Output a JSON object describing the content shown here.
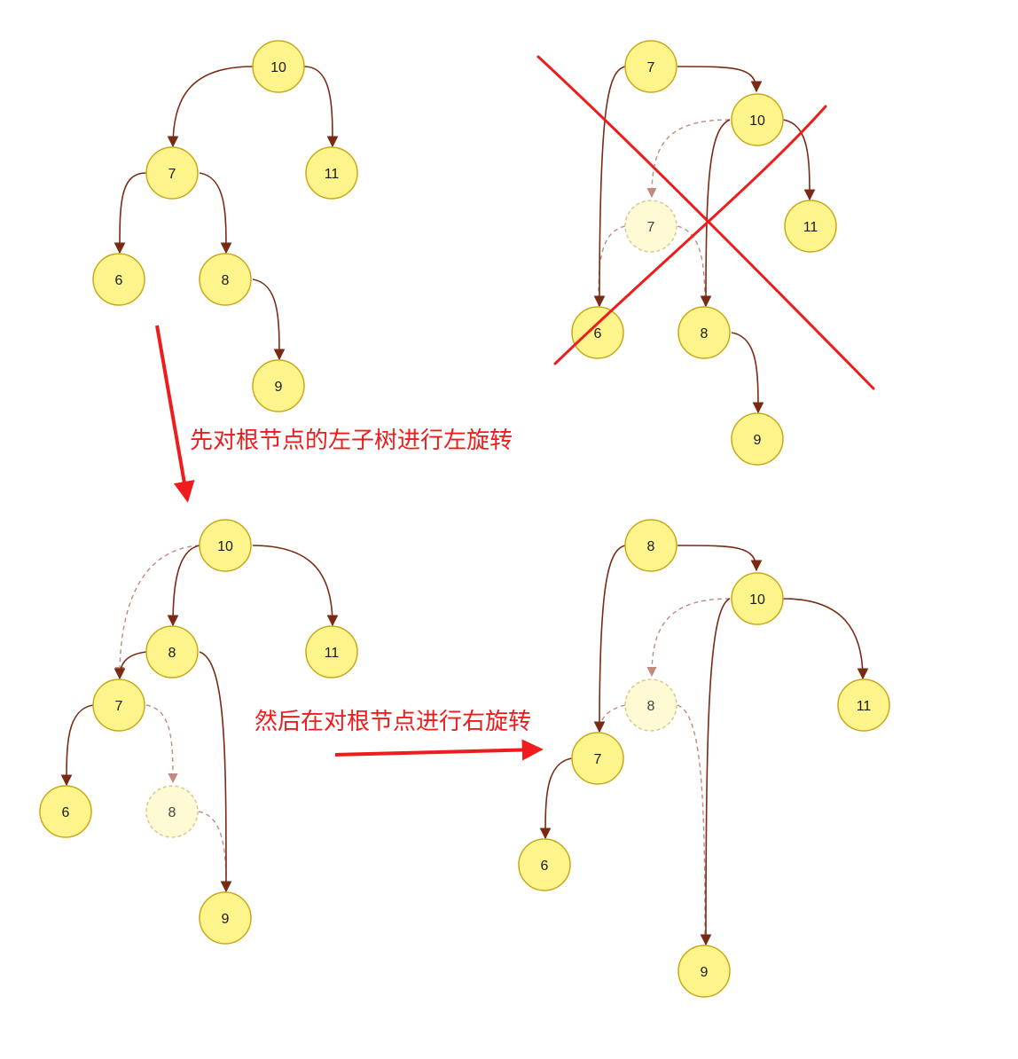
{
  "colors": {
    "node_fill": "#fdf58b",
    "ghost_fill": "#fdfad4",
    "edge": "#7a2a12",
    "dashed_edge": "#c08a80",
    "annotation": "#ee1c1c"
  },
  "captions": {
    "step1": "先对根节点的左子树进行左旋转",
    "step2": "然后在对根节点进行右旋转"
  },
  "trees": {
    "original": {
      "nodes": {
        "n10": "10",
        "n7": "7",
        "n11": "11",
        "n6": "6",
        "n8": "8",
        "n9": "9"
      },
      "edges": [
        [
          "10",
          "7"
        ],
        [
          "10",
          "11"
        ],
        [
          "7",
          "6"
        ],
        [
          "7",
          "8"
        ],
        [
          "8",
          "9"
        ]
      ]
    },
    "wrong_rotation": {
      "status": "crossed-out",
      "nodes": {
        "n7": "7",
        "n10": "10",
        "ghost7": "7",
        "n11": "11",
        "n6": "6",
        "n8": "8",
        "n9": "9"
      },
      "edges": [
        [
          "7",
          "10"
        ],
        [
          "7",
          "6"
        ],
        [
          "10",
          "11"
        ],
        [
          "10",
          "8"
        ],
        [
          "8",
          "9"
        ]
      ]
    },
    "after_left_rotation": {
      "nodes": {
        "n10": "10",
        "n8": "8",
        "n11": "11",
        "n7": "7",
        "n6": "6",
        "ghost8": "8",
        "n9": "9"
      },
      "edges": [
        [
          "10",
          "8"
        ],
        [
          "10",
          "11"
        ],
        [
          "8",
          "7"
        ],
        [
          "8",
          "9"
        ],
        [
          "7",
          "6"
        ]
      ]
    },
    "after_right_rotation": {
      "nodes": {
        "n8": "8",
        "n10": "10",
        "ghost8": "8",
        "n11": "11",
        "n7": "7",
        "n6": "6",
        "n9": "9"
      },
      "edges": [
        [
          "8",
          "10"
        ],
        [
          "8",
          "7"
        ],
        [
          "10",
          "11"
        ],
        [
          "10",
          "9"
        ],
        [
          "7",
          "6"
        ]
      ]
    }
  }
}
